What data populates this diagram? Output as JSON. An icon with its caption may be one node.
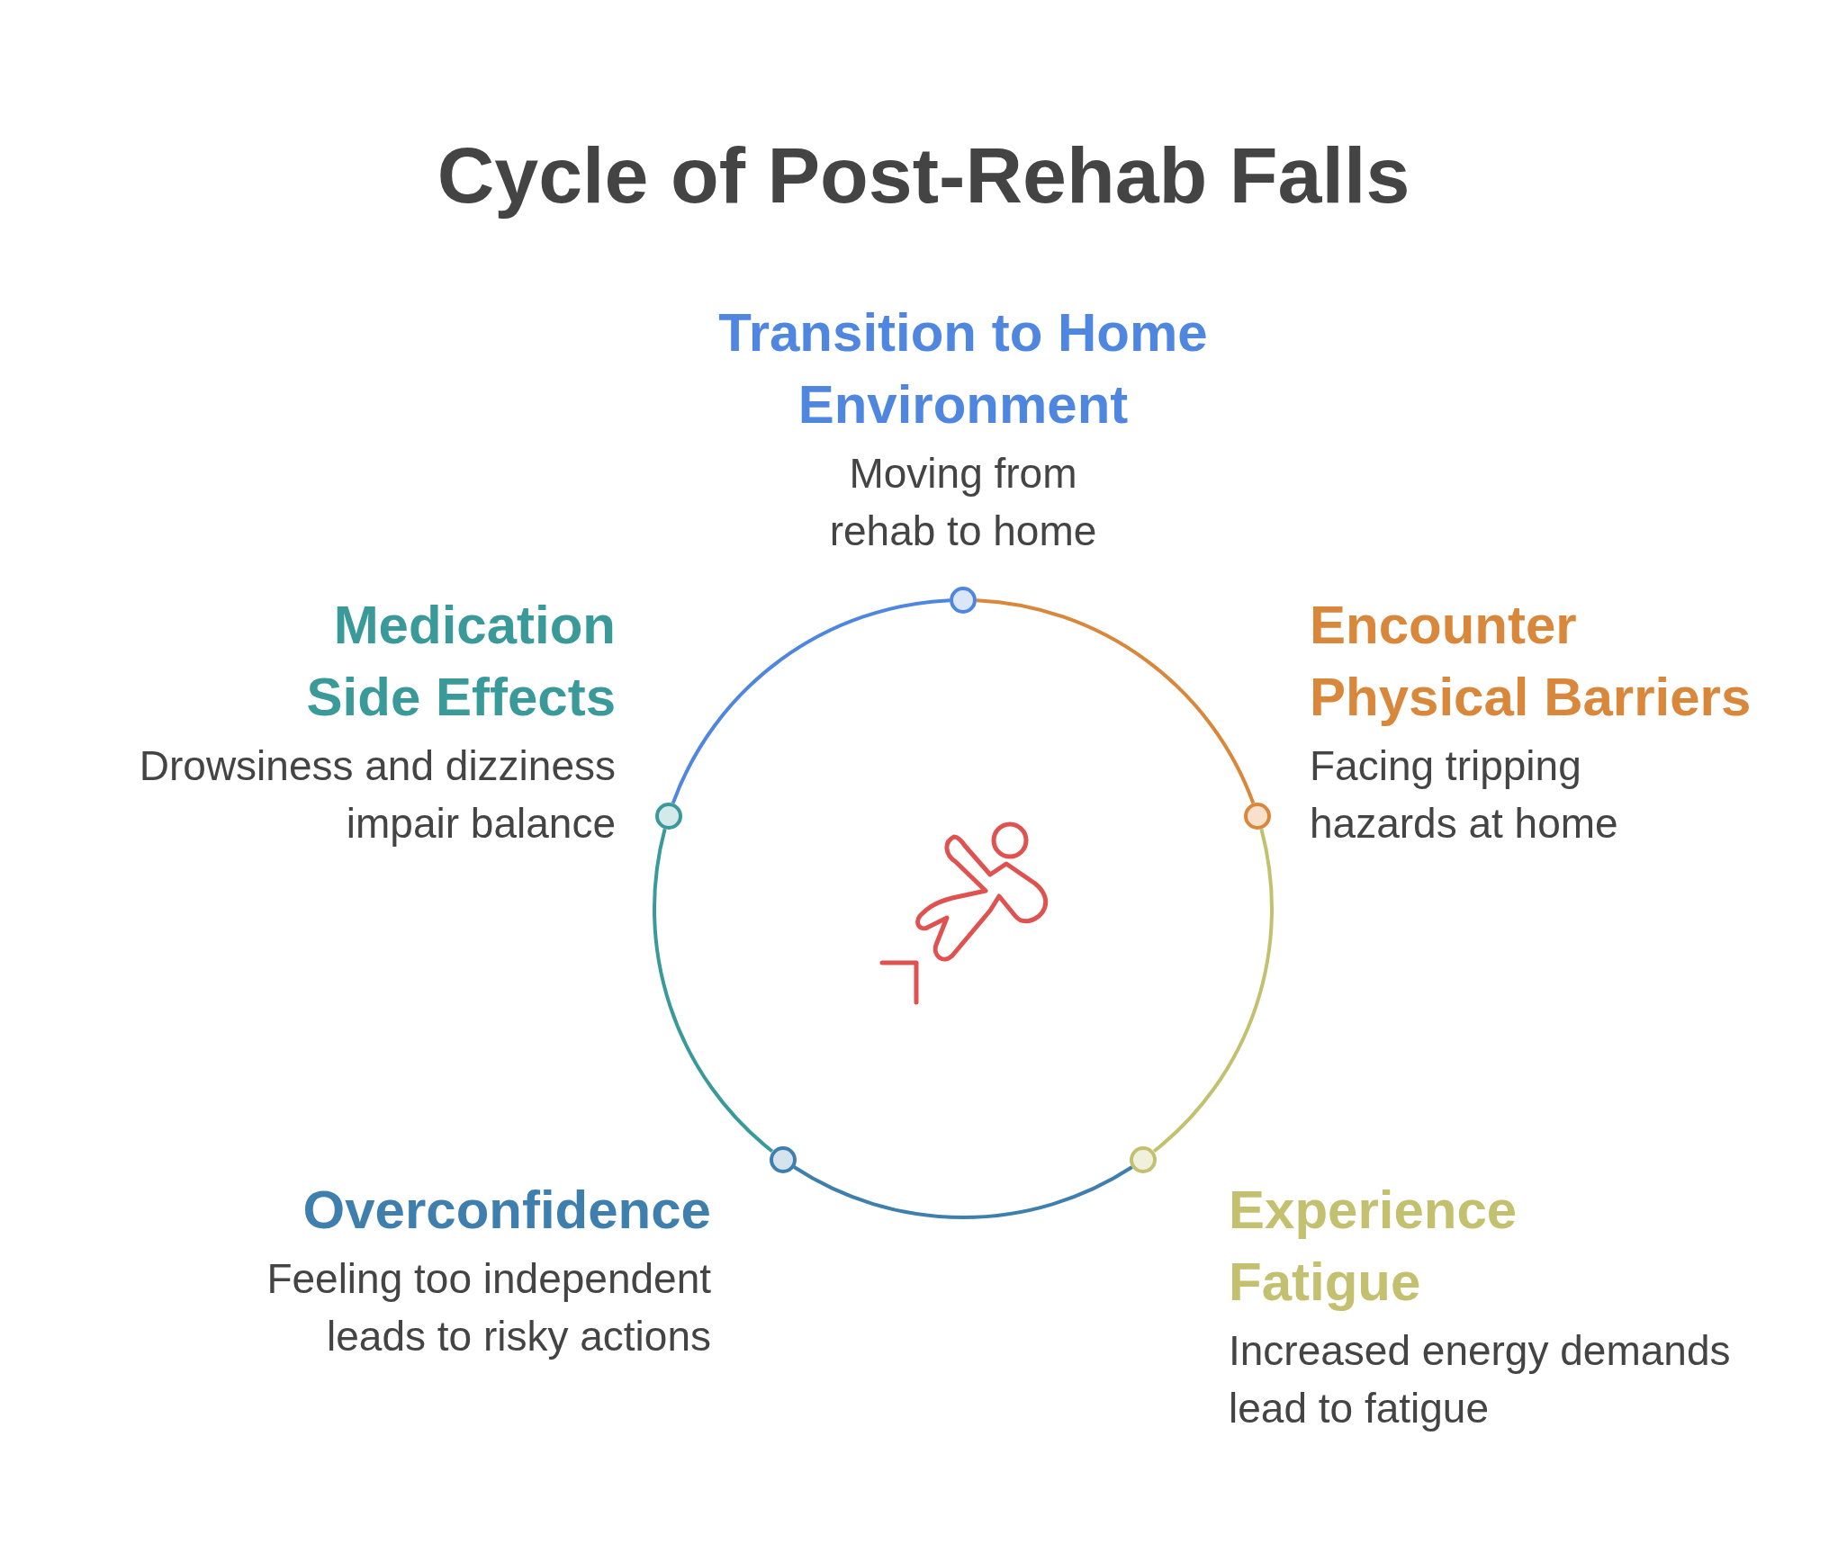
{
  "diagram": {
    "title": "Cycle of Post-Rehab Falls",
    "nodes": [
      {
        "text": [],
        "shape": "circle",
        "beside": [
          "Transition to Home Environment",
          "Moving from rehab to home"
        ]
      },
      {
        "text": [],
        "shape": "circle",
        "beside": [
          "Encounter Physical Barriers",
          "Facing tripping hazards at home"
        ]
      },
      {
        "text": [],
        "shape": "circle",
        "beside": [
          "Experience Fatigue",
          "Increased energy demands lead to fatigue"
        ]
      },
      {
        "text": [],
        "shape": "circle",
        "beside": [
          "Overconfidence",
          "Feeling too independent leads to risky actions"
        ]
      },
      {
        "text": [],
        "shape": "circle",
        "beside": [
          "Medication Side Effects",
          "Drowsiness and dizziness impair balance"
        ]
      }
    ],
    "edges": [
      {
        "from": 0,
        "to": 1,
        "arrow": "none",
        "color": "#d9873a"
      },
      {
        "from": 1,
        "to": 2,
        "arrow": "none",
        "color": "#c3c170"
      },
      {
        "from": 2,
        "to": 3,
        "arrow": "none",
        "color": "#3f7fad"
      },
      {
        "from": 3,
        "to": 4,
        "arrow": "none",
        "color": "#3a9a9a"
      },
      {
        "from": 4,
        "to": 0,
        "arrow": "none",
        "color": "#4f86e0"
      }
    ]
  }
}
